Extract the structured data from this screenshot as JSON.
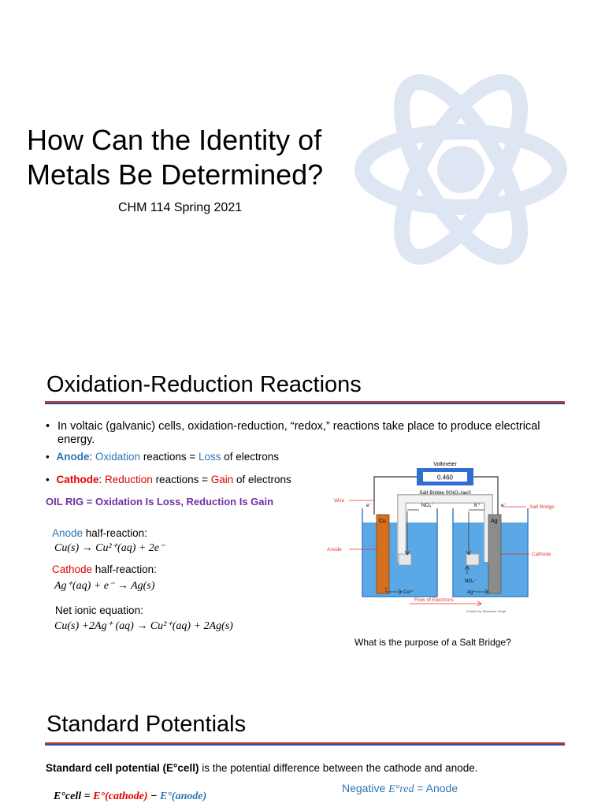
{
  "slide1": {
    "title_line1": "How Can the Identity of",
    "title_line2": "Metals Be Determined?",
    "subtitle": "CHM 114 Spring 2021",
    "watermark_icon": "atom-icon"
  },
  "slide2": {
    "title": "Oxidation-Reduction Reactions",
    "bullet1": "In voltaic (galvanic) cells, oxidation-reduction, “redox,” reactions take place to produce electrical energy.",
    "anode_word": "Anode",
    "anode_colon": ": ",
    "oxidation_word": "Oxidation",
    "anode_mid": " reactions = ",
    "loss_word": "Loss",
    "anode_end": " of electrons",
    "cathode_word": "Cathode",
    "cathode_colon": ": ",
    "reduction_word": "Reduction",
    "cathode_mid": " reactions = ",
    "gain_word": "Gain",
    "cathode_end": " of electrons",
    "oil_rig": "OIL RIG = Oxidation Is Loss, Reduction Is Gain",
    "anode_half_label": "Anode",
    "half_reaction_suffix": " half-reaction:",
    "anode_eq": "Cu(s) → Cu²⁺(aq) + 2e⁻",
    "cathode_half_label": "Cathode",
    "cathode_eq": "Ag⁺(aq) + e⁻ → Ag(s)",
    "net_label": "Net ionic equation:",
    "net_eq": "Cu(s) +2Ag⁺ (aq) → Cu²⁺(aq) + 2Ag(s)",
    "question": "What is the purpose of a Salt Bridge?",
    "diagram": {
      "voltmeter_label": "Voltmeter",
      "voltmeter_reading": "0.460",
      "salt_bridge_title": "Salt Bridge [KNO₃(aq)]",
      "no3_top": "NO₃⁻",
      "k_top": "K⁺",
      "wire_label": "Wire",
      "salt_bridge_label": "Salt Bridge",
      "anode_label": "Anode",
      "cathode_label": "Cathode",
      "cu_label": "Cu",
      "ag_label": "Ag",
      "e_left": "e⁻",
      "e_right": "e⁻",
      "cu2_label": "Cu²⁺",
      "no3_bottom": "NO₃⁻",
      "ag_ion_label": "Ag⁺",
      "flow_label": "Flow of Electrons",
      "credit": "Graphic by Shamsher Singh",
      "colors": {
        "anode": "#d4701e",
        "cathode": "#8c8c8c",
        "solution": "#5aa9e6",
        "annotation": "#e0392b",
        "voltmeter": "#2f6fd1"
      }
    }
  },
  "slide3": {
    "title": "Standard Potentials",
    "def_bold": "Standard cell potential (E°cell)",
    "def_rest": " is the potential difference between the cathode and anode.",
    "negative_word": "Negative ",
    "ered": "E°red",
    "negative_end": " = Anode",
    "ecell": "E°cell",
    "eq_sign": " = ",
    "ecathode": "E°(cathode)",
    "minus": " − ",
    "eanode": "E°(anode)"
  }
}
